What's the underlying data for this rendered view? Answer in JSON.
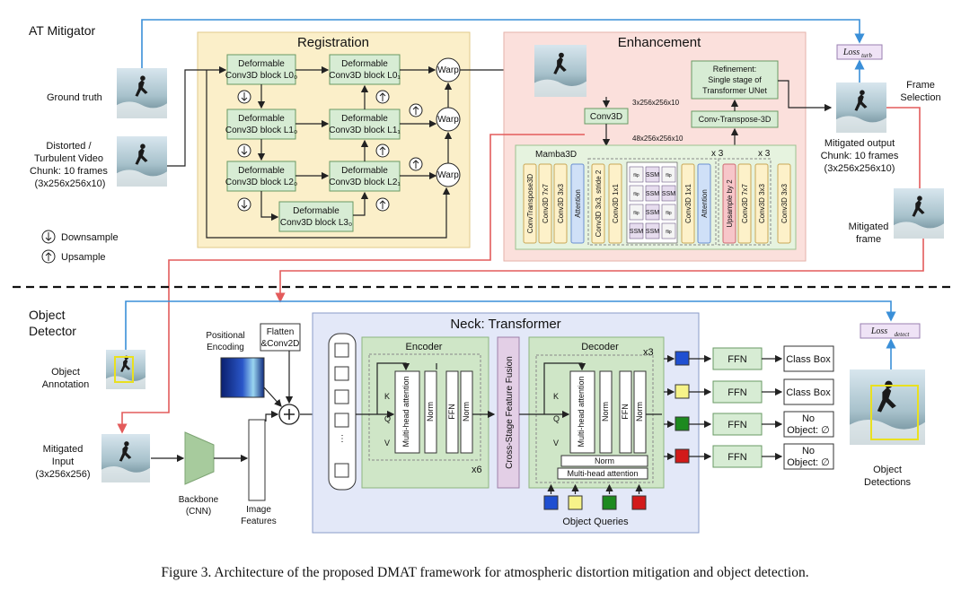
{
  "sections": {
    "at_mitigator": "AT Mitigator",
    "object_detector": "Object\nDetector"
  },
  "inputs": {
    "ground_truth": "Ground truth",
    "distorted": [
      "Distorted /",
      "Turbulent Video",
      "Chunk: 10 frames",
      "(3x256x256x10)"
    ],
    "object_annotation": [
      "Object",
      "Annotation"
    ],
    "mitigated_input": [
      "Mitigated",
      "Input",
      "(3x256x256)"
    ]
  },
  "legend": {
    "downsample": "Downsample",
    "upsample": "Upsample"
  },
  "registration": {
    "title": "Registration",
    "blocks": [
      [
        "Deformable",
        "Conv3D block L0₀"
      ],
      [
        "Deformable",
        "Conv3D block L1₀"
      ],
      [
        "Deformable",
        "Conv3D block L2₀"
      ],
      [
        "Deformable",
        "Conv3D block L3₀"
      ],
      [
        "Deformable",
        "Conv3D block L0₁"
      ],
      [
        "Deformable",
        "Conv3D block L1₁"
      ],
      [
        "Deformable",
        "Conv3D block L2₁"
      ]
    ],
    "warp": "Warp"
  },
  "enhancement": {
    "title": "Enhancement",
    "conv3d": "Conv3D",
    "dim1": "3x256x256x10",
    "dim2": "48x256x256x10",
    "refinement": [
      "Refinement:",
      "Single stage of",
      "Transformer UNet"
    ],
    "conv_transpose": "Conv-Transpose-3D",
    "mamba": "Mamba3D",
    "x3": "x 3",
    "layers": [
      "ConvTranspose3D",
      "Conv3D 7x7",
      "Conv3D 3x3",
      "Attention",
      "Conv3D 3x3, stride 2",
      "Conv3D 1x1",
      "Conv3D 1x1",
      "Attention",
      "Upsample by 2",
      "Conv3D 7x7",
      "Conv3D 3x3",
      "Conv3D 3x3"
    ],
    "ssm": "SSM",
    "flip": "flip"
  },
  "loss_turb": "Loss",
  "loss_turb_sub": "turb",
  "loss_detect": "Loss",
  "loss_detect_sub": "detect",
  "frame_selection": [
    "Frame",
    "Selection"
  ],
  "mitigated_output": [
    "Mitigated output",
    "Chunk: 10 frames",
    "(3x256x256x10)"
  ],
  "mitigated_frame": [
    "Mitigated",
    "frame"
  ],
  "neck": {
    "title": "Neck: Transformer",
    "encoder": "Encoder",
    "decoder": "Decoder",
    "x6": "x6",
    "x3": "x3",
    "mha": "Multi-head attention",
    "mha_short": [
      "Multi-head",
      "attention"
    ],
    "norm": "Norm",
    "ffn": "FFN",
    "kqv": [
      "K",
      "Q",
      "V"
    ],
    "fusion": "Cross-Stage Feature Fusion",
    "queries": "Object Queries"
  },
  "positional_encoding": [
    "Positional",
    "Encoding"
  ],
  "flatten": [
    "Flatten",
    "&Conv2D"
  ],
  "backbone": [
    "Backbone",
    "(CNN)"
  ],
  "image_features": [
    "Image",
    "Features"
  ],
  "heads": {
    "ffn": "FFN",
    "outputs": [
      [
        "Class Box"
      ],
      [
        "Class Box"
      ],
      [
        "No",
        "Object: ∅"
      ],
      [
        "No",
        "Object: ∅"
      ]
    ],
    "query_colors": [
      "#1f4fd1",
      "#f6f389",
      "#1d8a1f",
      "#d21a1a"
    ]
  },
  "detections": [
    "Object",
    "Detections"
  ],
  "caption": "Figure 3. Architecture of the proposed DMAT framework for atmospheric distortion mitigation and object detection."
}
